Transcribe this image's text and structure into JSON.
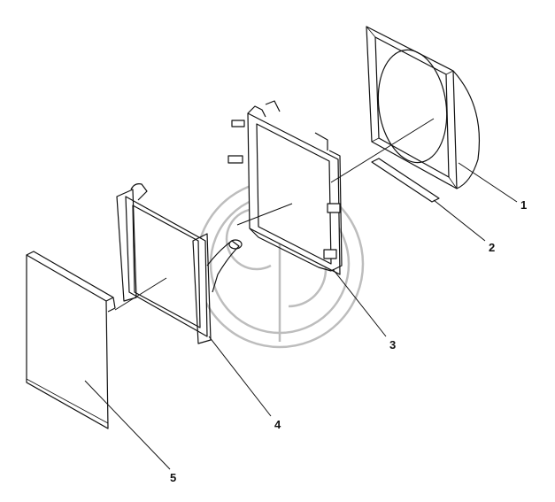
{
  "callouts": [
    {
      "id": "1",
      "label": "1"
    },
    {
      "id": "2",
      "label": "2"
    },
    {
      "id": "3",
      "label": "3"
    },
    {
      "id": "4",
      "label": "4"
    },
    {
      "id": "5",
      "label": "5"
    }
  ],
  "colors": {
    "line": "#111111",
    "watermark": "#bdbdbd",
    "background": "#ffffff"
  }
}
